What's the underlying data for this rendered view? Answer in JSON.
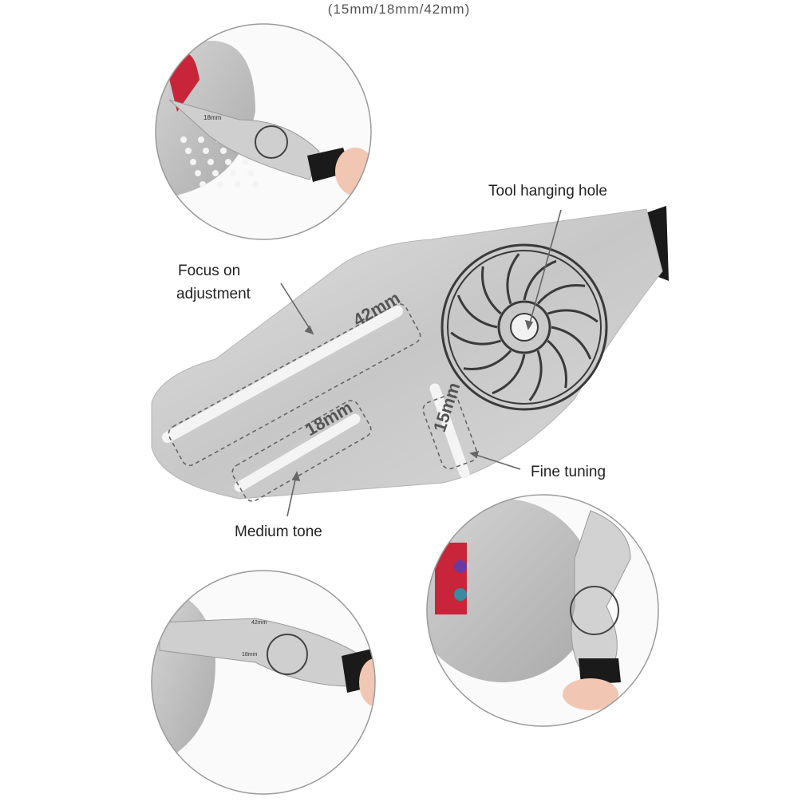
{
  "header": {
    "sizes": "(15mm/18mm/42mm)"
  },
  "callouts": {
    "tool_hanging_hole": "Tool hanging hole",
    "focus_line1": "Focus on",
    "focus_line2": "adjustment",
    "fine_tuning": "Fine tuning",
    "medium_tone": "Medium tone"
  },
  "slots": {
    "large": "42mm",
    "medium": "18mm",
    "small": "15mm"
  },
  "photo_labels": {
    "top_left": "18mm",
    "bottom_left_a": "42mm",
    "bottom_left_b": "18mm"
  },
  "colors": {
    "steel": "#c9c9c9",
    "grip": "#1a1a1a",
    "hub_red": "#c8253a",
    "outline": "#666666"
  }
}
